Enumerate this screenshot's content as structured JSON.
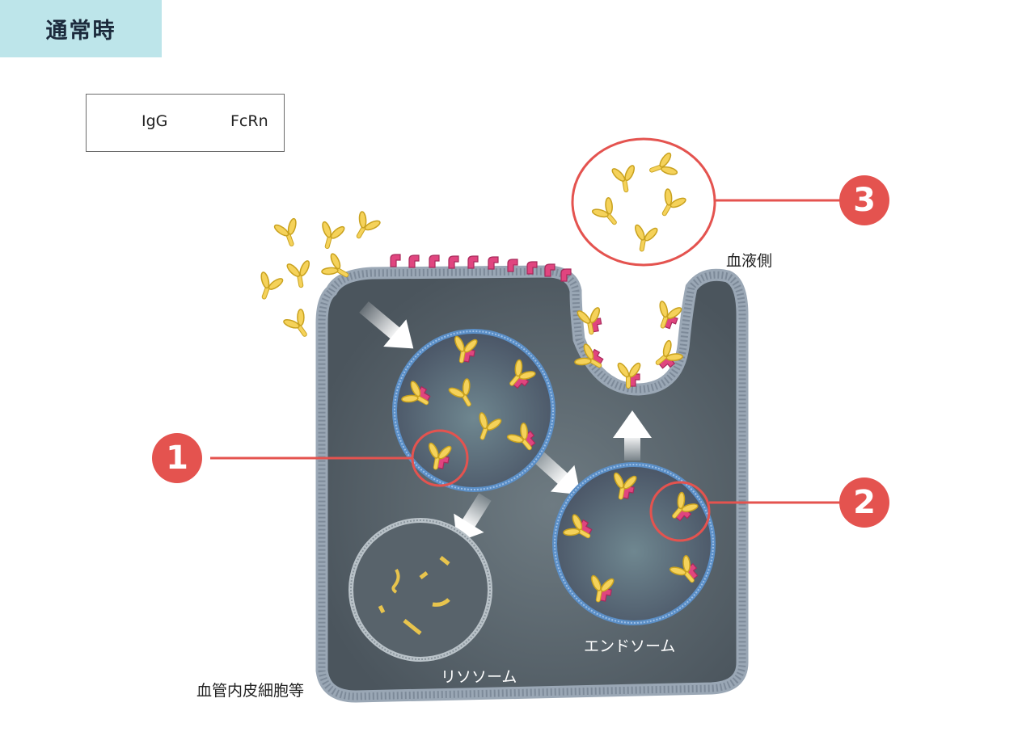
{
  "header": {
    "title": "通常時"
  },
  "legend": {
    "igg_label": "IgG",
    "fcrn_label": "FcRn"
  },
  "labels": {
    "blood_side": "血液側",
    "cell_type": "血管内皮細胞等",
    "endosome": "エンドソーム",
    "lysosome": "リソソーム"
  },
  "steps": [
    "1",
    "2",
    "3"
  ],
  "colors": {
    "igg": "#f5d25a",
    "fcrn": "#e0457f",
    "accent": "#e4534f",
    "header_bg": "#bde5ea",
    "cell_body": "#56616a"
  }
}
